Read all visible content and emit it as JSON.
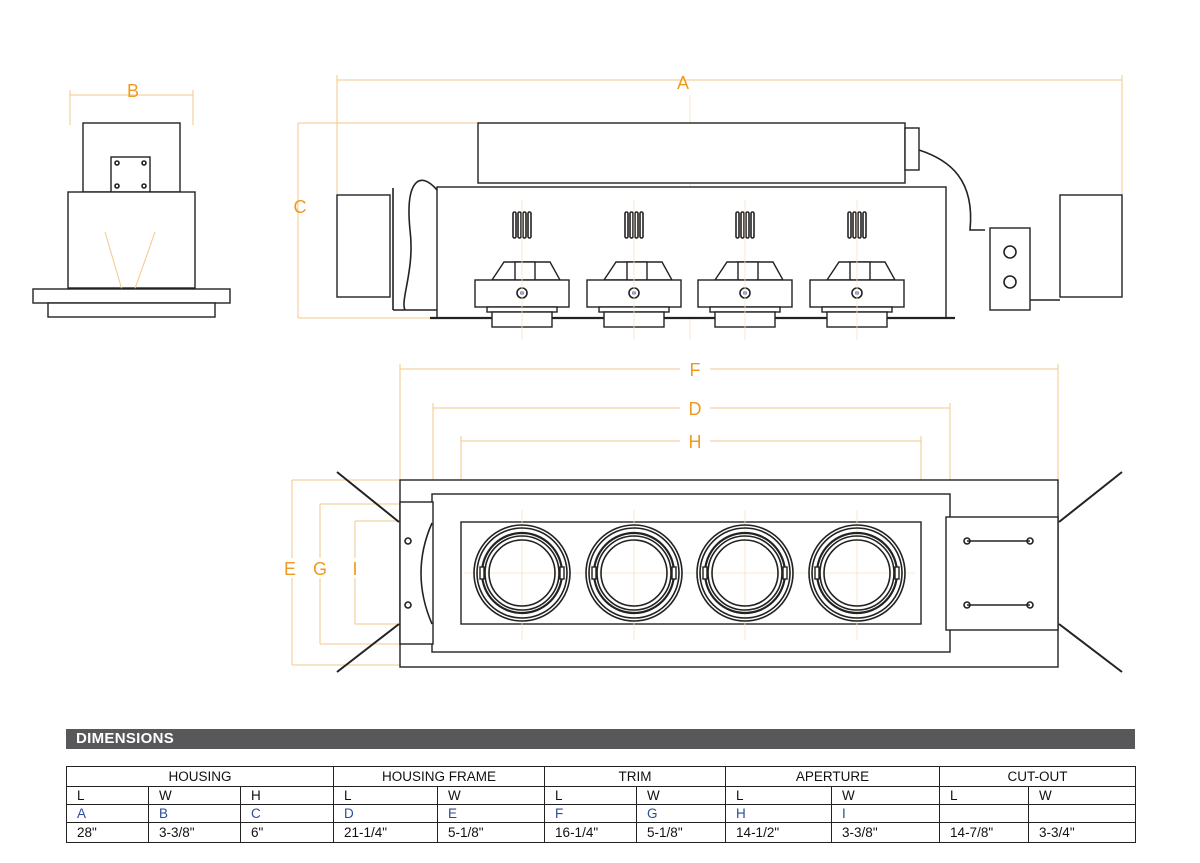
{
  "labels": {
    "A": "A",
    "B": "B",
    "C": "C",
    "D": "D",
    "E": "E",
    "F": "F",
    "G": "G",
    "H": "H",
    "I": "I"
  },
  "colors": {
    "dimension_label": "#ee9a1e",
    "header_bar": "#58585a",
    "letter_code": "#2a4d9b"
  },
  "dimensions": {
    "title": "DIMENSIONS",
    "groups": [
      {
        "name": "HOUSING",
        "cols": [
          {
            "axis": "L",
            "code": "A",
            "value": "28\""
          },
          {
            "axis": "W",
            "code": "B",
            "value": "3-3/8\""
          },
          {
            "axis": "H",
            "code": "C",
            "value": "6\""
          }
        ]
      },
      {
        "name": "HOUSING FRAME",
        "cols": [
          {
            "axis": "L",
            "code": "D",
            "value": "21-1/4\""
          },
          {
            "axis": "W",
            "code": "E",
            "value": "5-1/8\""
          }
        ]
      },
      {
        "name": "TRIM",
        "cols": [
          {
            "axis": "L",
            "code": "F",
            "value": "16-1/4\""
          },
          {
            "axis": "W",
            "code": "G",
            "value": "5-1/8\""
          }
        ]
      },
      {
        "name": "APERTURE",
        "cols": [
          {
            "axis": "L",
            "code": "H",
            "value": "14-1/2\""
          },
          {
            "axis": "W",
            "code": "I",
            "value": "3-3/8\""
          }
        ]
      },
      {
        "name": "CUT-OUT",
        "cols": [
          {
            "axis": "L",
            "code": "",
            "value": "14-7/8\""
          },
          {
            "axis": "W",
            "code": "",
            "value": "3-3/4\""
          }
        ]
      }
    ]
  }
}
